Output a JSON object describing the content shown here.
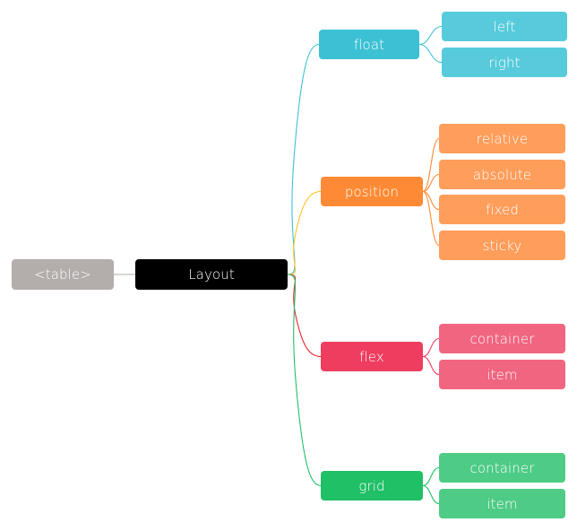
{
  "mindmap": {
    "parent_node": {
      "label": "<table>",
      "color": "#b3adab"
    },
    "root": {
      "label": "Layout",
      "color": "#000000"
    },
    "branches": [
      {
        "label": "float",
        "color": "#3cc1d4",
        "child_color": "#57cbdb",
        "children": [
          "left",
          "right"
        ]
      },
      {
        "label": "position",
        "color": "#ff8a35",
        "child_color": "#ff9d5b",
        "children": [
          "relative",
          "absolute",
          "fixed",
          "sticky"
        ]
      },
      {
        "label": "flex",
        "color": "#ef3d5f",
        "child_color": "#f06580",
        "children": [
          "container",
          "item"
        ]
      },
      {
        "label": "grid",
        "color": "#20c067",
        "child_color": "#4ecb85",
        "children": [
          "container",
          "item"
        ]
      }
    ],
    "connector_colors": {
      "parent_link": "#b3adab",
      "float": "#3cc1d4",
      "position": "#ffc21e",
      "flex": "#e6262e",
      "grid": "#20c067"
    }
  }
}
